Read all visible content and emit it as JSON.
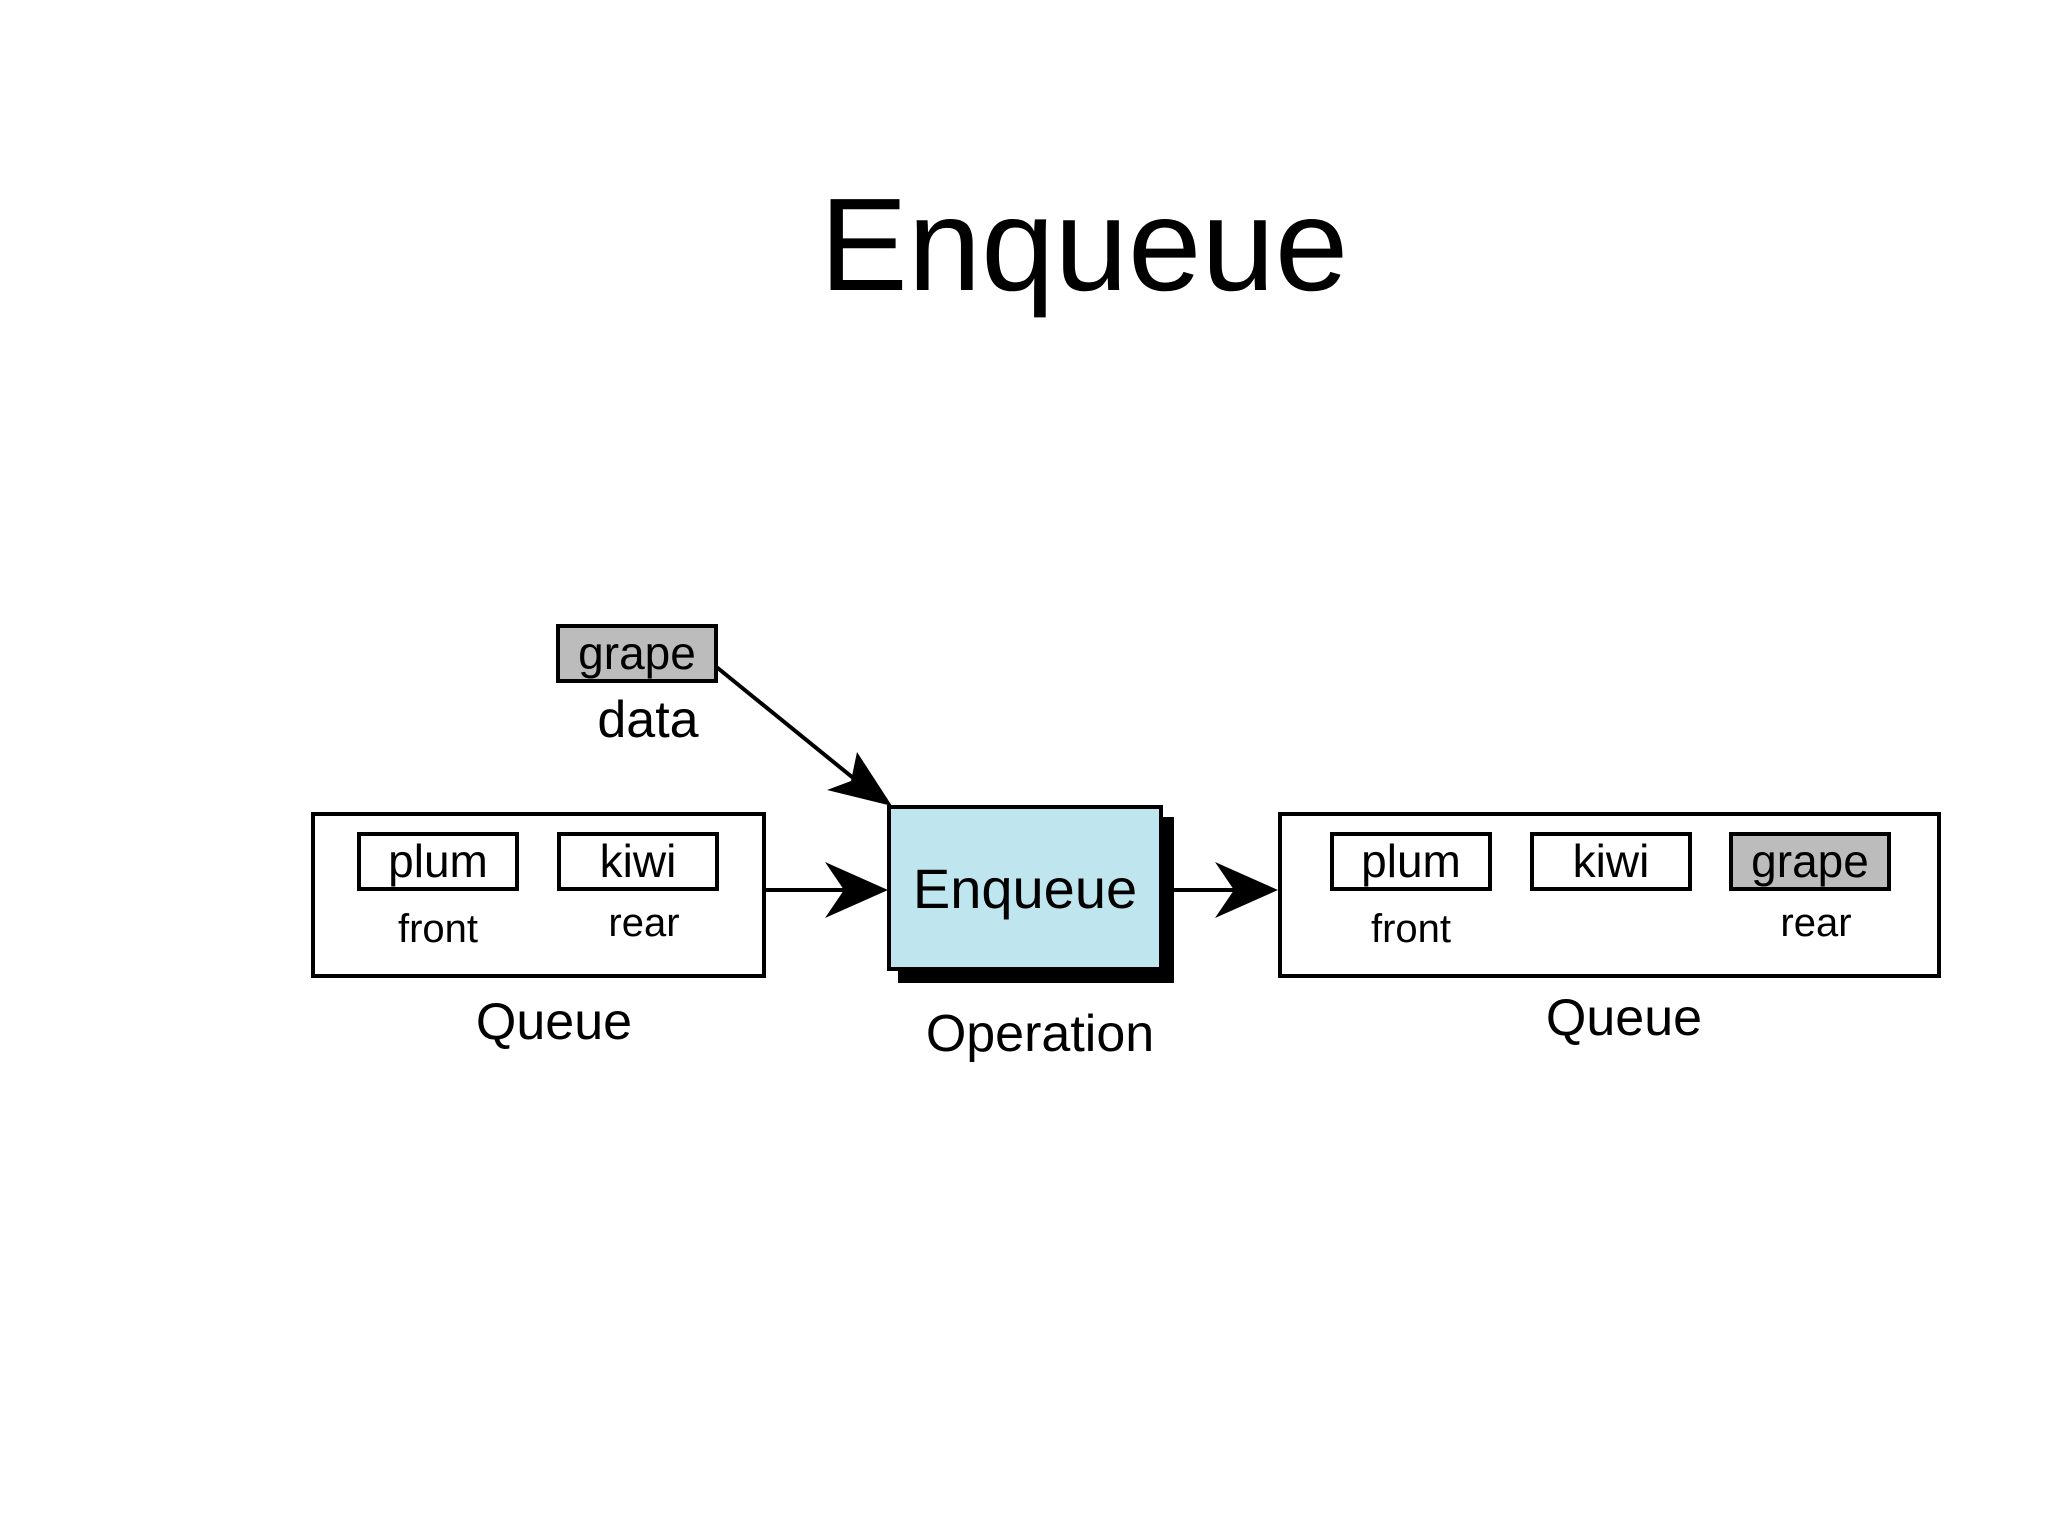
{
  "title": "Enqueue",
  "data_item": {
    "value": "grape",
    "label": "data",
    "fill": "#bcbcbc"
  },
  "operation": {
    "label": "Enqueue",
    "caption": "Operation",
    "fill": "#bfe6ee"
  },
  "queue_before": {
    "caption": "Queue",
    "items": [
      {
        "value": "plum",
        "role": "front"
      },
      {
        "value": "kiwi",
        "role": "rear"
      }
    ]
  },
  "queue_after": {
    "caption": "Queue",
    "items": [
      {
        "value": "plum",
        "role": "front"
      },
      {
        "value": "kiwi",
        "role": ""
      },
      {
        "value": "grape",
        "role": "rear"
      }
    ]
  }
}
